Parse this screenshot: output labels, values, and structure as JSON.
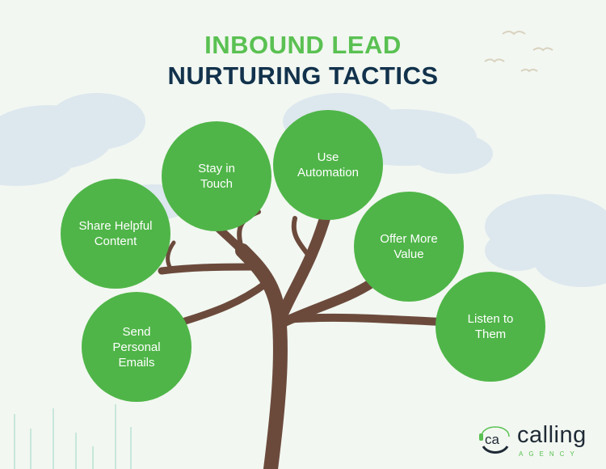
{
  "title": {
    "line1": "INBOUND LEAD",
    "line2": "NURTURING TACTICS"
  },
  "colors": {
    "green": "#4fb548",
    "title_green": "#5ac152",
    "navy": "#12324c",
    "trunk": "#6b4a3c"
  },
  "tactics": [
    {
      "label": "Stay in\nTouch"
    },
    {
      "label": "Use\nAutomation"
    },
    {
      "label": "Share Helpful\nContent"
    },
    {
      "label": "Offer More\nValue"
    },
    {
      "label": "Send\nPersonal\nEmails"
    },
    {
      "label": "Listen to\nThem"
    }
  ],
  "logo": {
    "word": "calling",
    "sub": "AGENCY",
    "mark": "ca"
  }
}
